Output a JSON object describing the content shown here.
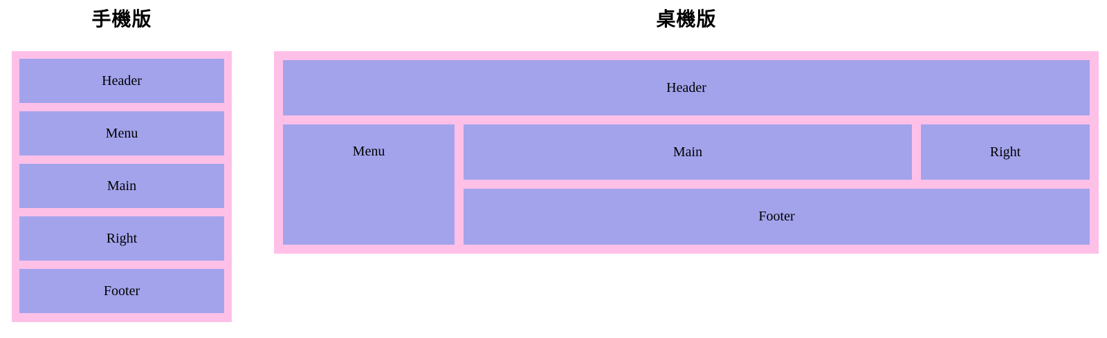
{
  "colors": {
    "frame_pink": "#FFC0E8",
    "box_purple": "#A3A3EC",
    "text": "#000000",
    "page_background": "#FFFFFF"
  },
  "mobile": {
    "title": "手機版",
    "boxes": [
      {
        "label": "Header"
      },
      {
        "label": "Menu"
      },
      {
        "label": "Main"
      },
      {
        "label": "Right"
      },
      {
        "label": "Footer"
      }
    ]
  },
  "desktop": {
    "title": "桌機版",
    "boxes": {
      "header": "Header",
      "menu": "Menu",
      "main": "Main",
      "right": "Right",
      "footer": "Footer"
    }
  }
}
